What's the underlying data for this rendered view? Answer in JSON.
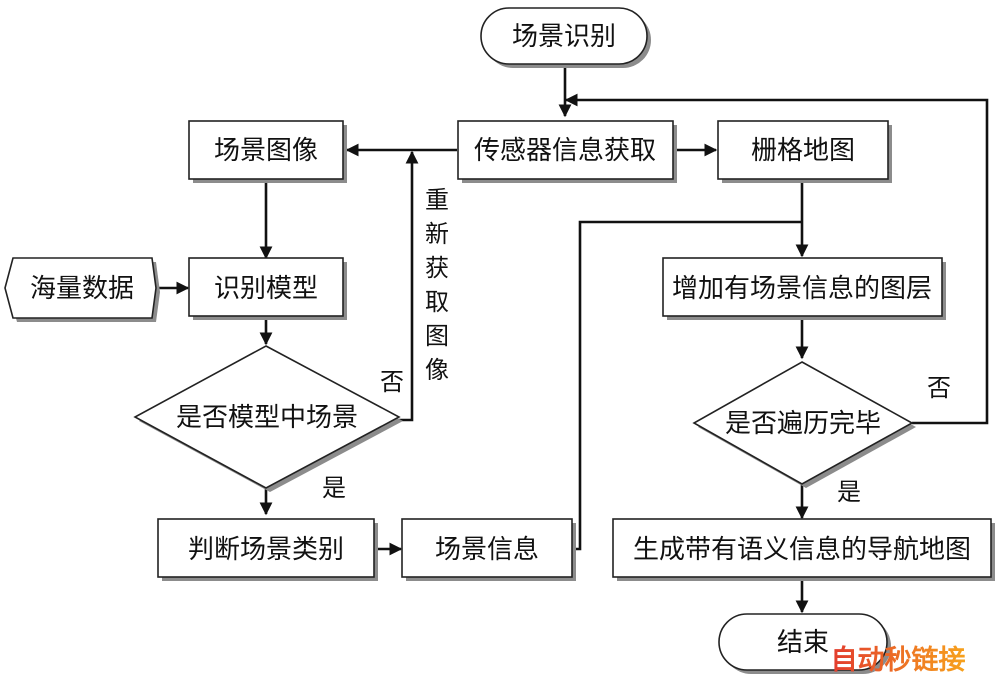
{
  "nodes": {
    "scene_recognition": "场景识别",
    "sensor_info": "传感器信息获取",
    "grid_map": "栅格地图",
    "scene_image": "场景图像",
    "massive_data": "海量数据",
    "recognition_model": "识别模型",
    "is_model_scene": "是否模型中场景",
    "judge_scene_type": "判断场景类别",
    "scene_info": "场景信息",
    "add_layer": "增加有场景信息的图层",
    "traversal_done": "是否遍历完毕",
    "gen_nav_map": "生成带有语义信息的导航地图",
    "end": "结束"
  },
  "edge_labels": {
    "reacquire_chars": [
      "重",
      "新",
      "获",
      "取",
      "图",
      "像"
    ],
    "no_left": "否",
    "yes_left": "是",
    "no_right": "否",
    "yes_right": "是"
  },
  "watermark": {
    "text": "自动秒链接",
    "color_start": "#e23b2e",
    "color_end": "#f7a21c"
  }
}
